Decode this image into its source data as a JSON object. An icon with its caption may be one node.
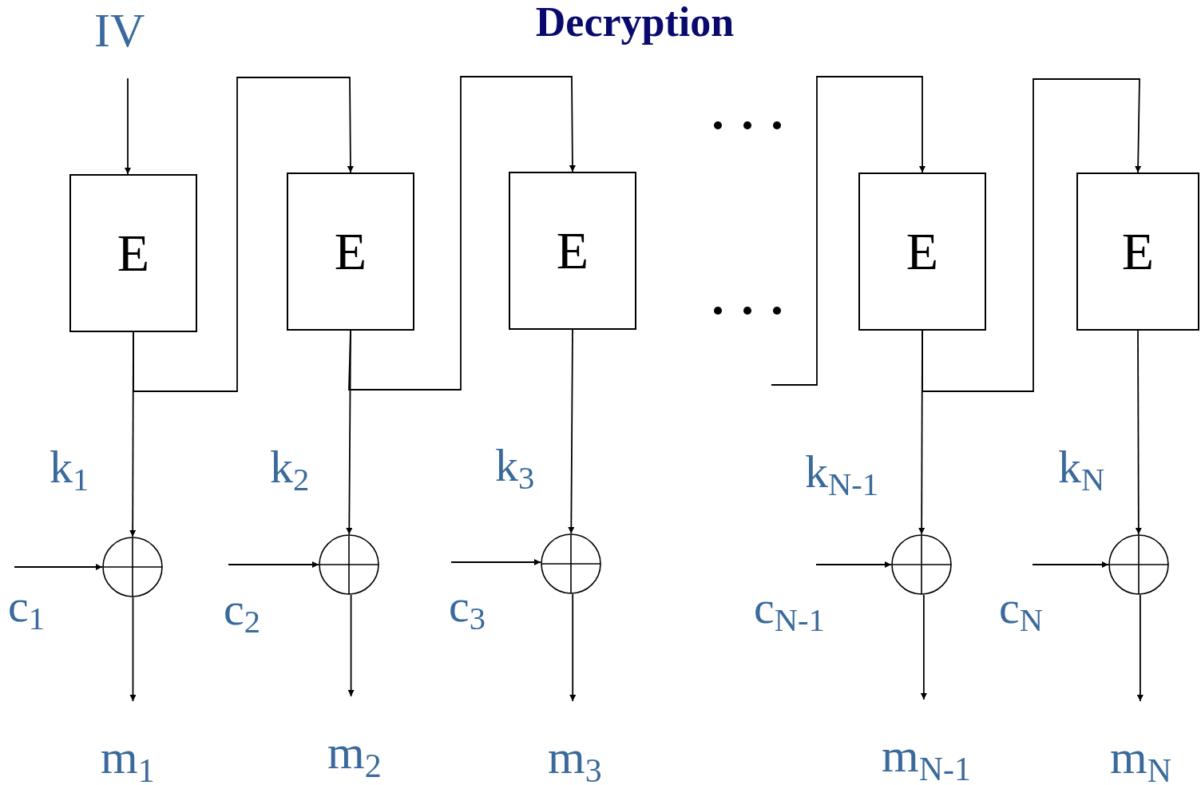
{
  "diagram": {
    "title": "Decryption",
    "nodes": [
      {
        "text": [
          "IV"
        ]
      },
      {
        "text": [
          "E"
        ]
      },
      {
        "text": [
          "E"
        ]
      },
      {
        "text": [
          "E"
        ]
      },
      {
        "text": [
          "E"
        ]
      },
      {
        "text": [
          "E"
        ]
      },
      {
        "text": [],
        "shape": "circle"
      },
      {
        "text": [],
        "shape": "circle"
      },
      {
        "text": [],
        "shape": "circle"
      },
      {
        "text": [],
        "shape": "circle"
      },
      {
        "text": [],
        "shape": "circle"
      },
      {
        "text": [
          "m$_{1}$"
        ]
      },
      {
        "text": [
          "m$_{2}$"
        ]
      },
      {
        "text": [
          "m$_{3}$"
        ]
      },
      {
        "text": [
          "m$_{N-1}$"
        ]
      },
      {
        "text": [
          "m$_{N}$"
        ]
      }
    ],
    "edges": [
      {
        "from": 0,
        "to": 1,
        "arrow": "to"
      },
      {
        "from": 1,
        "to": 6,
        "arrow": "to",
        "label": "k$_{1}$"
      },
      {
        "from": 2,
        "to": 7,
        "arrow": "to",
        "label": "k$_{2}$"
      },
      {
        "from": 3,
        "to": 8,
        "arrow": "to",
        "label": "k$_{3}$"
      },
      {
        "from": 4,
        "to": 9,
        "arrow": "to",
        "label": "k$_{N-1}$"
      },
      {
        "from": 5,
        "to": 10,
        "arrow": "to",
        "label": "k$_{N}$"
      },
      {
        "from": 1,
        "to": 2,
        "arrow": "to"
      },
      {
        "from": 2,
        "to": 3,
        "arrow": "to"
      },
      {
        "from": null,
        "to": 4,
        "arrow": "to"
      },
      {
        "from": 4,
        "to": 5,
        "arrow": "to"
      },
      {
        "from": null,
        "to": 6,
        "arrow": "to",
        "label": "c$_{1}$"
      },
      {
        "from": null,
        "to": 7,
        "arrow": "to",
        "label": "c$_{2}$"
      },
      {
        "from": null,
        "to": 8,
        "arrow": "to",
        "label": "c$_{3}$"
      },
      {
        "from": null,
        "to": 9,
        "arrow": "to",
        "label": "c$_{N-1}$"
      },
      {
        "from": null,
        "to": 10,
        "arrow": "to",
        "label": "c$_{N}$"
      },
      {
        "from": 6,
        "to": 11,
        "arrow": "to"
      },
      {
        "from": 7,
        "to": 12,
        "arrow": "to"
      },
      {
        "from": 8,
        "to": 13,
        "arrow": "to"
      },
      {
        "from": 9,
        "to": 14,
        "arrow": "to"
      },
      {
        "from": 10,
        "to": 15,
        "arrow": "to"
      }
    ]
  }
}
